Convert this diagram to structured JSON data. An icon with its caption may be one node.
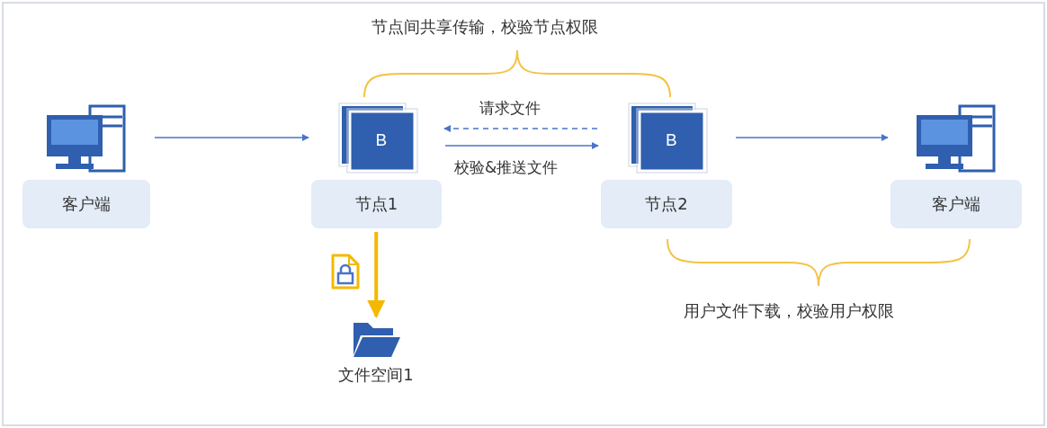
{
  "diagram": {
    "nodes": [
      {
        "text": [
          "客户端"
        ]
      },
      {
        "text": [
          "B",
          "节点1"
        ]
      },
      {
        "text": [
          "B",
          "节点2"
        ]
      },
      {
        "text": [
          "客户端"
        ]
      },
      {
        "text": [
          "文件空间1"
        ]
      }
    ],
    "edges": [
      {
        "from": 0,
        "to": 1,
        "arrow": "to"
      },
      {
        "from": 2,
        "to": 1,
        "arrow": "to",
        "label": "请求文件",
        "style": "dashed"
      },
      {
        "from": 1,
        "to": 2,
        "arrow": "to",
        "label": "校验&推送文件"
      },
      {
        "from": 2,
        "to": 3,
        "arrow": "to"
      },
      {
        "from": 1,
        "to": 4,
        "arrow": "to",
        "style": "thick",
        "color": "#f5b800"
      }
    ],
    "labels": [
      "节点间共享传输，校验节点权限",
      "用户文件下载，校验用户权限"
    ]
  }
}
